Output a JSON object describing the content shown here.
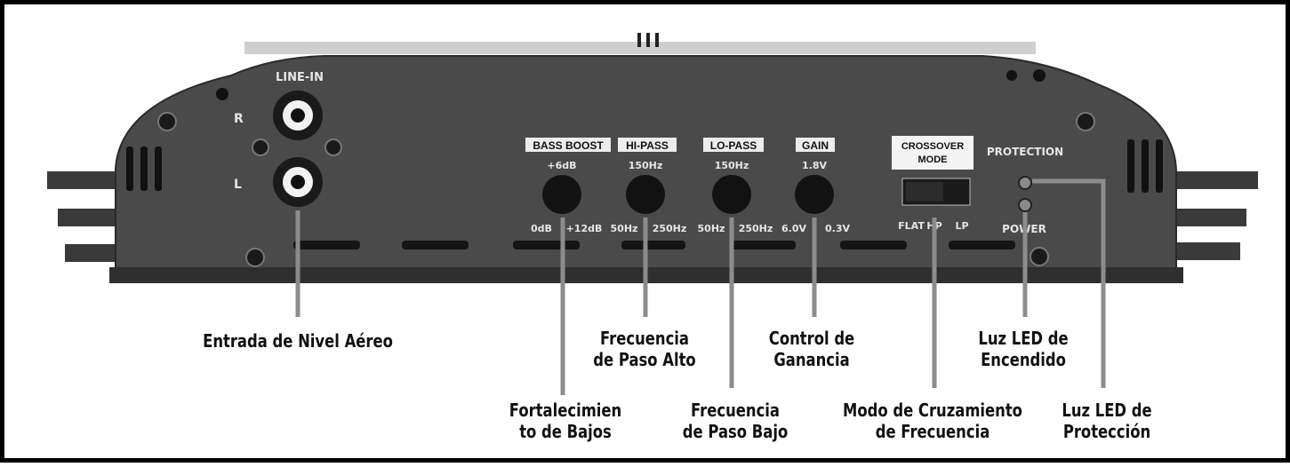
{
  "panel": {
    "line_in_label": "LINE-IN",
    "channel_r": "R",
    "channel_l": "L",
    "knobs": [
      {
        "id": "bass-boost",
        "label": "BASS BOOST",
        "top_value": "+6dB",
        "left_value": "0dB",
        "right_value": "+12dB"
      },
      {
        "id": "hi-pass",
        "label": "HI-PASS",
        "top_value": "150Hz",
        "left_value": "50Hz",
        "right_value": "250Hz"
      },
      {
        "id": "lo-pass",
        "label": "LO-PASS",
        "top_value": "150Hz",
        "left_value": "50Hz",
        "right_value": "250Hz"
      },
      {
        "id": "gain",
        "label": "GAIN",
        "top_value": "1.8V",
        "left_value": "6.0V",
        "right_value": "0.3V"
      }
    ],
    "crossover": {
      "title_line1": "CROSSOVER",
      "title_line2": "MODE",
      "pos_flat": "FLAT",
      "pos_hp": "HP",
      "pos_lp": "LP"
    },
    "protection_label": "PROTECTION",
    "power_label": "POWER"
  },
  "callouts": {
    "high_level_input": [
      "Entrada de Nivel Aéreo"
    ],
    "bass_boost": [
      "Fortalecimien",
      "to de Bajos"
    ],
    "high_pass": [
      "Frecuencia",
      "de Paso Alto"
    ],
    "low_pass": [
      "Frecuencia",
      "de Paso Bajo"
    ],
    "gain": [
      "Control de",
      "Ganancia"
    ],
    "crossover_mode": [
      "Modo de Cruzamiento",
      "de Frecuencia"
    ],
    "power_led": [
      "Luz LED de",
      "Encendido"
    ],
    "protection_led": [
      "Luz LED de",
      "Protección"
    ]
  }
}
